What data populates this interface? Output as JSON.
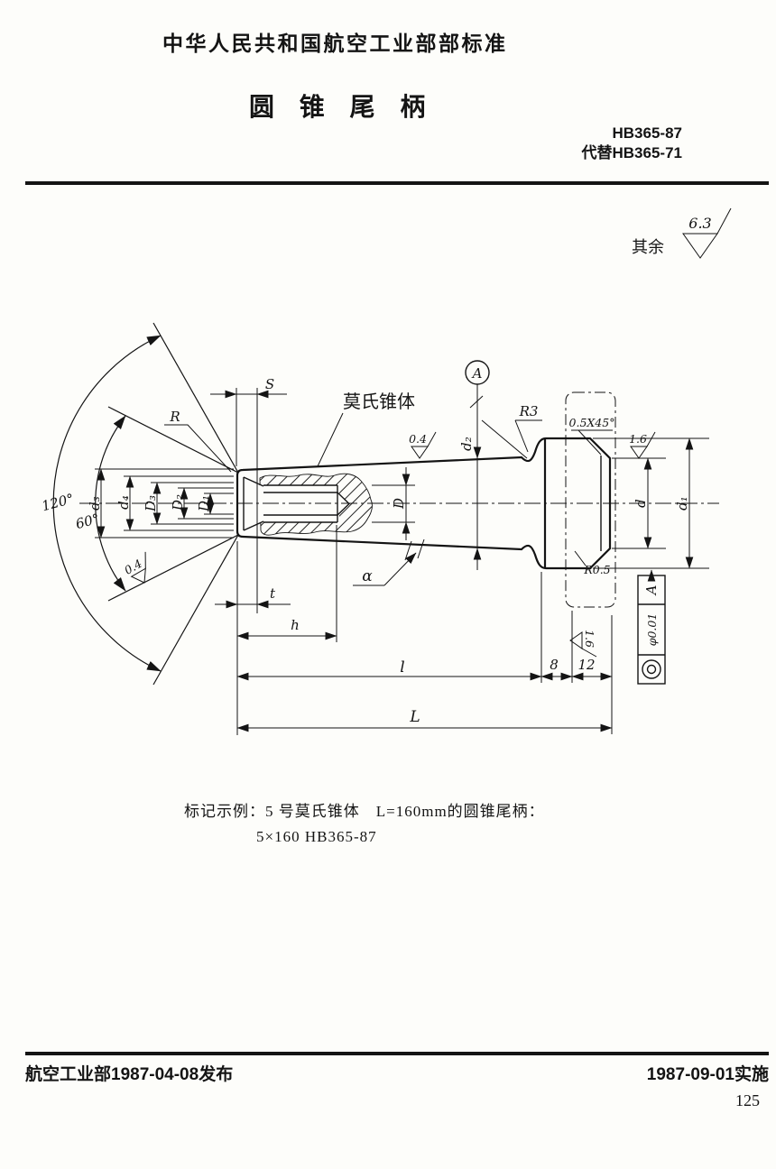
{
  "header": {
    "org": "中华人民共和国航空工业部部标准",
    "title": "圆 锥 尾 柄",
    "standard_no": "HB365-87",
    "supersedes": "代替HB365-71"
  },
  "general_roughness": {
    "prefix": "其余",
    "value": "6.3"
  },
  "drawing": {
    "part_label": "莫氏锥体",
    "labels": {
      "S": "S",
      "R": "R",
      "R3": "R3",
      "chamfer": "0.5X45°",
      "R05": "R0.5",
      "alpha": "α",
      "t": "t",
      "h": "h",
      "l": "l",
      "L": "L",
      "n8": "8",
      "n12": "12",
      "D": "D",
      "d": "d",
      "d1": "d₁",
      "d2": "d₂",
      "d3": "d₃",
      "d4": "d₄",
      "DD1": "D₁",
      "DD2": "D₂",
      "DD3": "D₃",
      "angle120": "120°",
      "angle60": "60°"
    },
    "datum": {
      "label": "A"
    },
    "roughness": {
      "taper": "0.4",
      "center_hole": "0.4",
      "end_face": "1.6",
      "collar_side": "1.6"
    },
    "tolerance_frame": {
      "symbol": "concentricity",
      "value": "φ0.01",
      "datum": "A"
    }
  },
  "example": {
    "line1": "标记示例：5 号莫氏锥体　L=160mm的圆锥尾柄：",
    "line2": "5×160  HB365-87"
  },
  "footer": {
    "issued": "航空工业部1987-04-08发布",
    "effective": "1987-09-01实施",
    "page": "125"
  }
}
